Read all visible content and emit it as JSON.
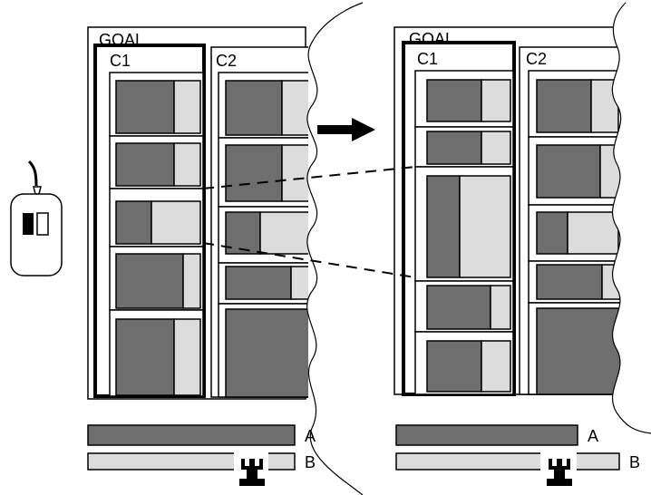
{
  "panels": [
    {
      "goal_label": "GOAL",
      "column_labels": [
        "C1",
        "C2"
      ],
      "bar_a_label": "A",
      "bar_b_label": "B"
    },
    {
      "goal_label": "GOAL",
      "column_labels": [
        "C1",
        "C2"
      ],
      "bar_a_label": "A",
      "bar_b_label": "B"
    }
  ],
  "colors": {
    "dark_block": "#6e6e6e",
    "light_block": "#dcdcdc",
    "outline": "#000000",
    "background": "#ffffff"
  },
  "icons": {
    "mouse": "mouse-icon",
    "arrow": "right-arrow-icon",
    "scroll_handle": "scroll-handle-icon"
  }
}
